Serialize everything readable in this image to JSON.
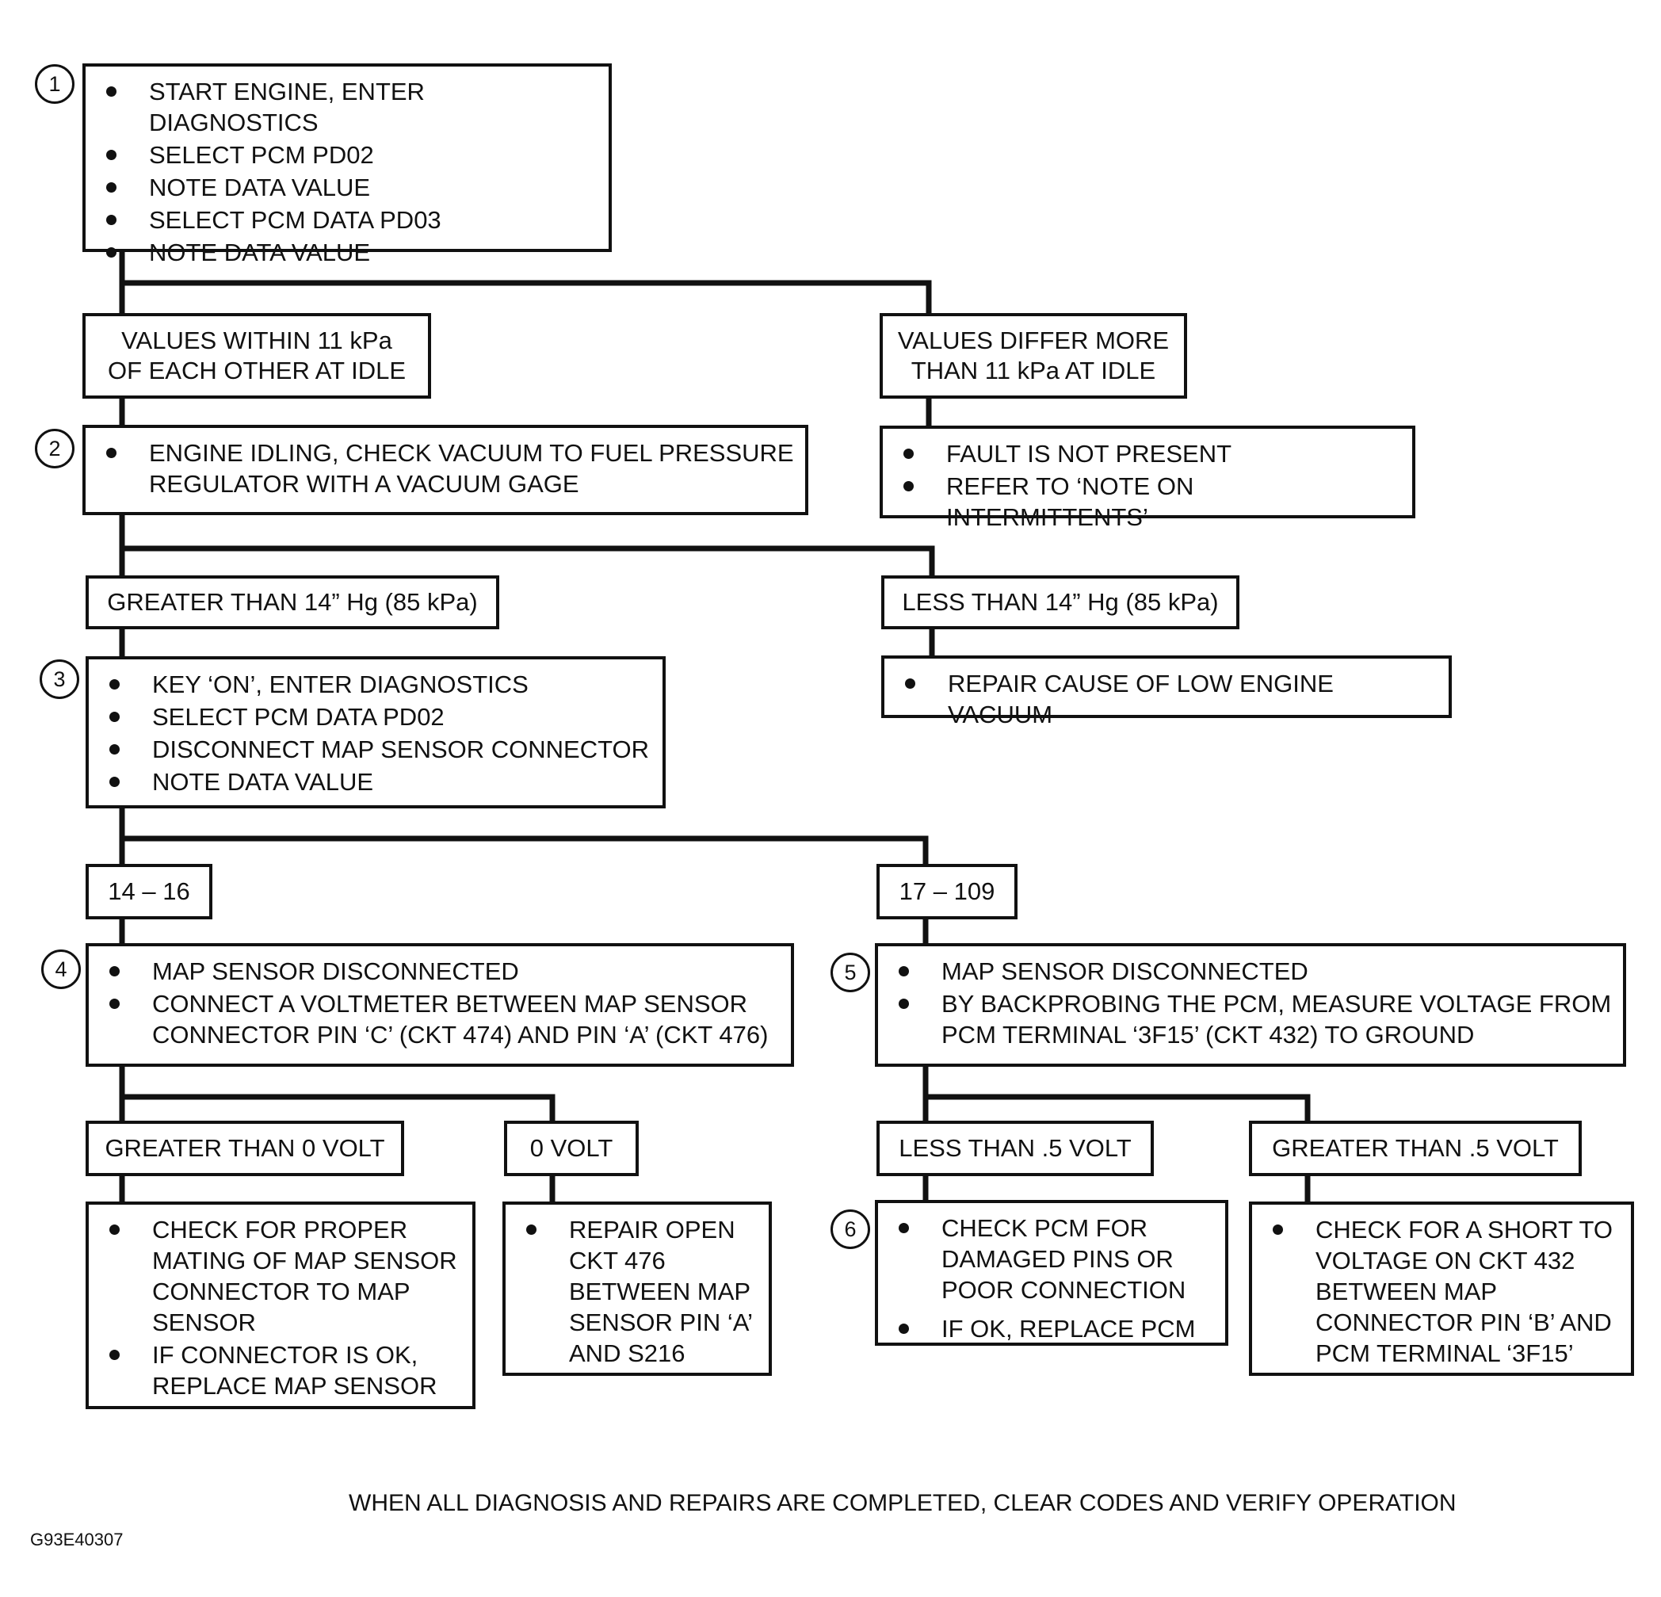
{
  "steps": [
    {
      "number": "1",
      "items": [
        "START ENGINE, ENTER DIAGNOSTICS",
        "SELECT PCM PD02",
        "NOTE DATA VALUE",
        "SELECT PCM DATA PD03",
        "NOTE DATA VALUE"
      ]
    },
    {
      "number": "2",
      "items": [
        "ENGINE IDLING, CHECK VACUUM TO FUEL PRESSURE\nREGULATOR WITH A VACUUM GAGE"
      ]
    },
    {
      "number": "3",
      "items": [
        "KEY ‘ON’, ENTER DIAGNOSTICS",
        "SELECT PCM DATA PD02",
        "DISCONNECT MAP SENSOR CONNECTOR",
        "NOTE DATA VALUE"
      ]
    },
    {
      "number": "4",
      "items": [
        "MAP SENSOR DISCONNECTED",
        "CONNECT A VOLTMETER BETWEEN MAP SENSOR\nCONNECTOR PIN ‘C’ (CKT 474) AND PIN ‘A’ (CKT 476)"
      ]
    },
    {
      "number": "5",
      "items": [
        "MAP SENSOR DISCONNECTED",
        "BY BACKPROBING THE PCM, MEASURE VOLTAGE FROM\nPCM TERMINAL ‘3F15’ (CKT 432) TO GROUND"
      ]
    },
    {
      "number": "6",
      "items": [
        "CHECK PCM FOR\nDAMAGED PINS OR\nPOOR CONNECTION",
        "IF OK,  REPLACE PCM"
      ]
    }
  ],
  "results": {
    "values_within": [
      "VALUES WITHIN 11  kPa",
      "OF EACH OTHER AT IDLE"
    ],
    "values_differ": [
      "VALUES DIFFER MORE",
      "THAN 11 kPa AT IDLE"
    ],
    "greater_14": "GREATER THAN 14” Hg (85 kPa)",
    "less_14": "LESS THAN 14” Hg (85 kPa)",
    "range_14_16": "14 – 16",
    "range_17_109": "17 – 109",
    "greater_0_volt": "GREATER THAN 0 VOLT",
    "zero_volt": "0 VOLT",
    "less_05_volt": "LESS THAN .5 VOLT",
    "greater_05_volt": "GREATER  THAN .5 VOLT"
  },
  "actions": {
    "fault_not_present": [
      "FAULT IS NOT PRESENT",
      "REFER TO ‘NOTE ON INTERMITTENTS’"
    ],
    "repair_low_vacuum": [
      "REPAIR CAUSE OF LOW ENGINE VACUUM"
    ],
    "check_mating": [
      "CHECK FOR PROPER\nMATING OF MAP SENSOR\nCONNECTOR TO MAP\nSENSOR",
      "IF CONNECTOR IS OK,\nREPLACE MAP SENSOR"
    ],
    "repair_open": [
      "REPAIR  OPEN\nCKT 476\nBETWEEN MAP\nSENSOR PIN ‘A’\nAND S216"
    ],
    "check_short": [
      "CHECK FOR A SHORT TO\nVOLTAGE ON CKT 432\nBETWEEN MAP\nCONNECTOR PIN ‘B’ AND\nPCM TERMINAL ‘3F15’"
    ]
  },
  "footer": "WHEN ALL DIAGNOSIS AND REPAIRS ARE COMPLETED, CLEAR CODES AND VERIFY OPERATION",
  "figure_id": "G93E40307"
}
